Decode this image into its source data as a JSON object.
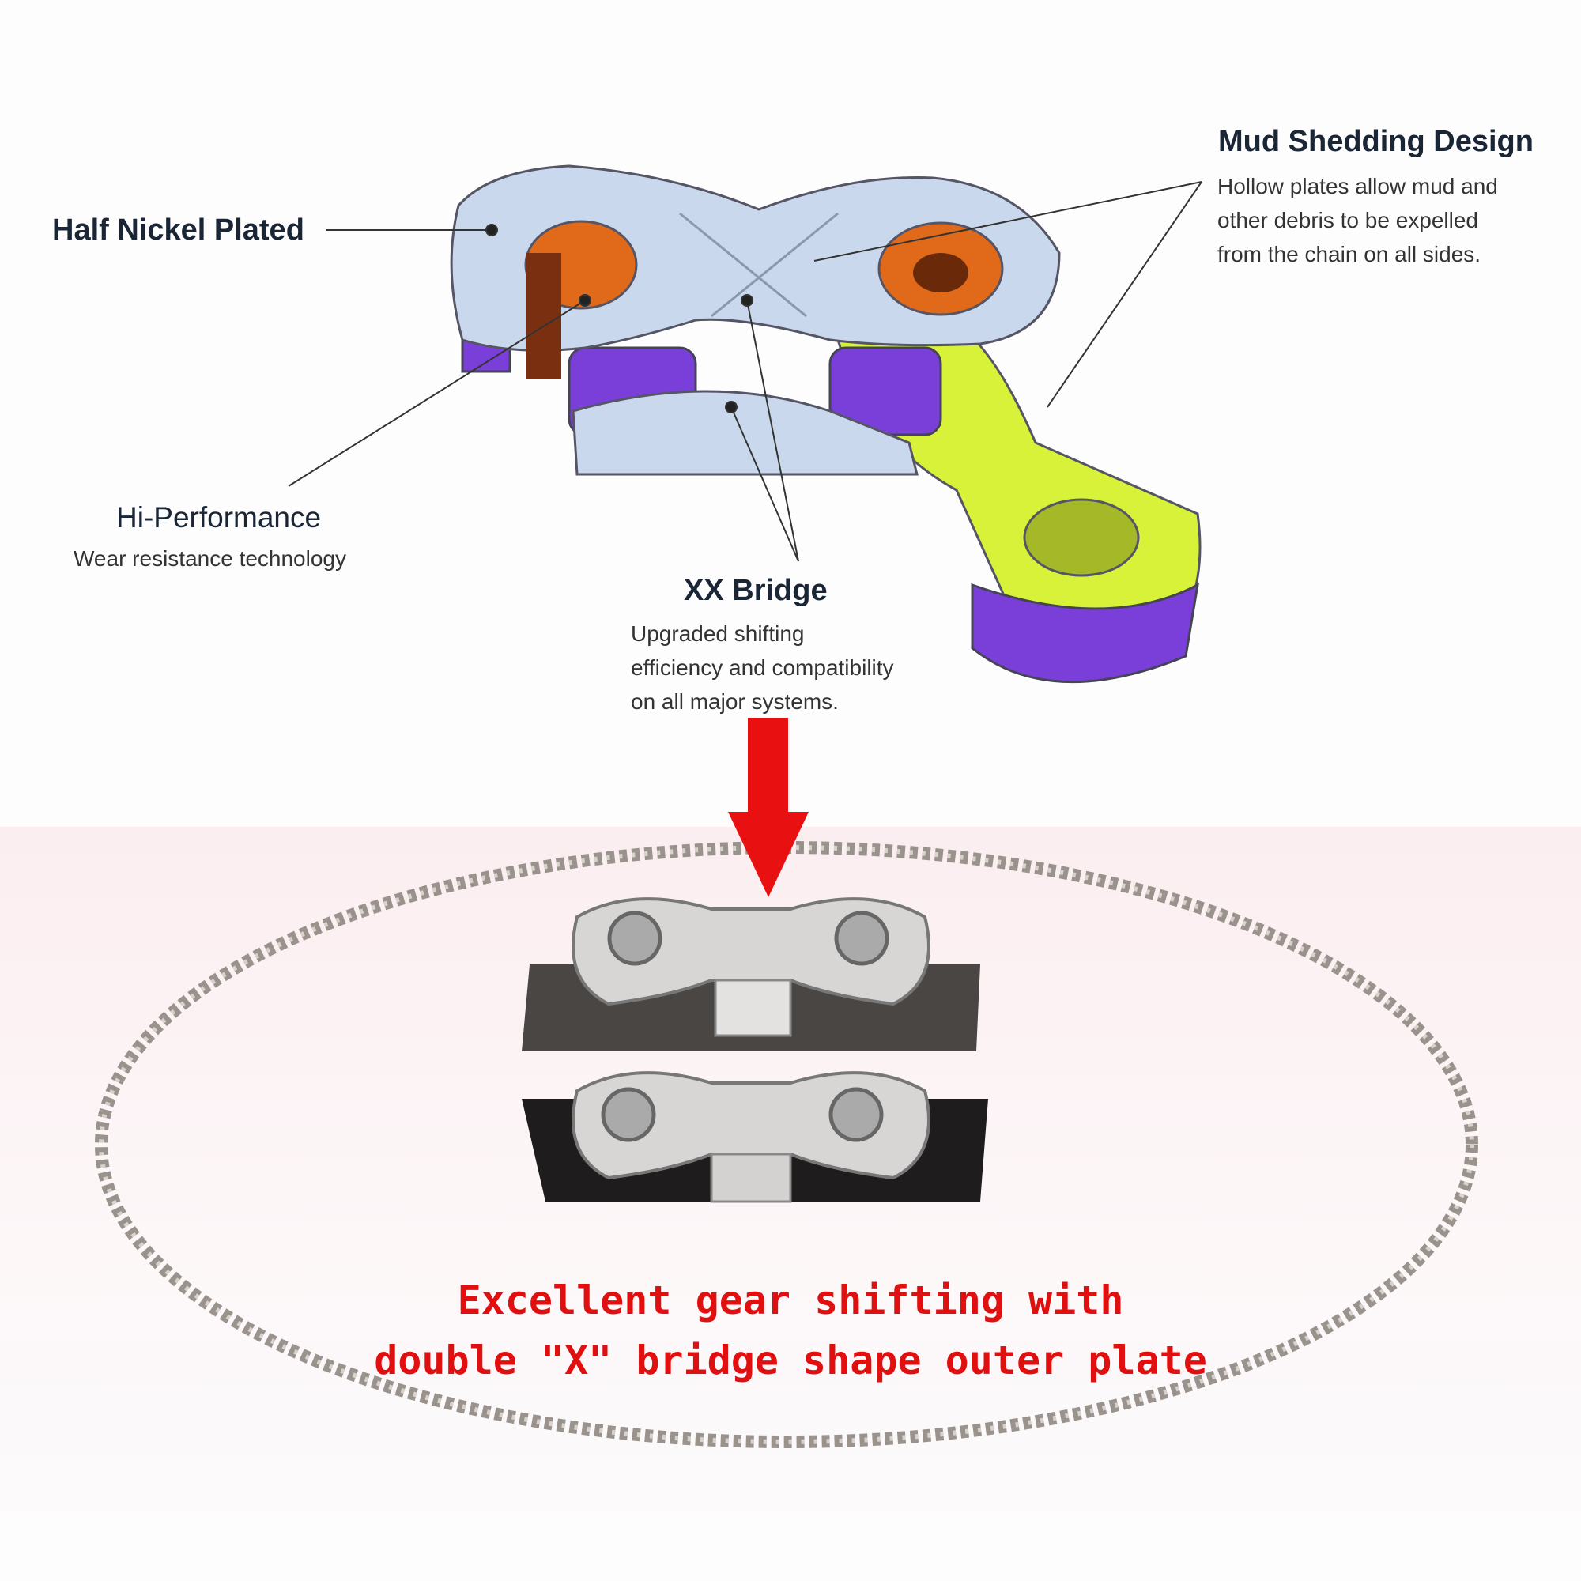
{
  "labels": {
    "half_nickel": "Half Nickel Plated",
    "mud_title": "Mud Shedding Design",
    "mud_desc": [
      "Hollow plates allow mud and",
      "other debris to be expelled",
      "from the chain on all sides."
    ],
    "hi_perf_title": "Hi-Performance",
    "hi_perf_desc": "Wear resistance technology",
    "xx_title": "XX Bridge",
    "xx_desc": [
      "Upgraded shifting",
      "efficiency and compatibility",
      "on all major systems."
    ]
  },
  "caption": {
    "line1": "Excellent gear shifting with",
    "line2": "double \"X\" bridge shape outer plate"
  },
  "colors": {
    "arrow": "#e81010",
    "caption": "#e01010",
    "plate": "#c9d8ec",
    "pin": "#e06a1a",
    "inner_plate": "#d8f23a",
    "roller": "#7a3fd8"
  }
}
